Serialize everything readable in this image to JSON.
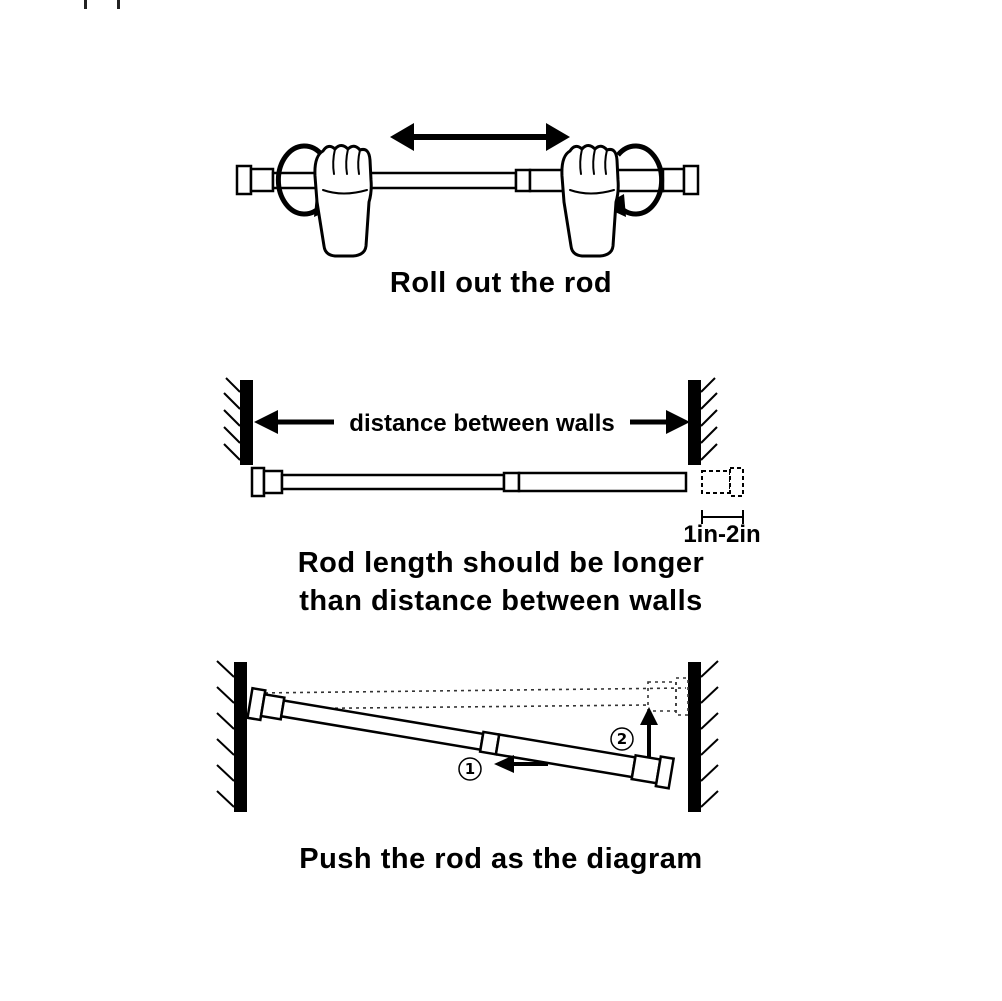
{
  "colors": {
    "ink": "#000000",
    "background": "#ffffff"
  },
  "panel_roll": {
    "caption": "Roll out the rod"
  },
  "panel_length": {
    "distance_label": "distance between walls",
    "overhang_label": "1in-2in",
    "caption_line1": "Rod length should be longer",
    "caption_line2": "than distance between walls"
  },
  "panel_push": {
    "step1": "1",
    "step2": "2",
    "caption": "Push the rod as the diagram"
  }
}
